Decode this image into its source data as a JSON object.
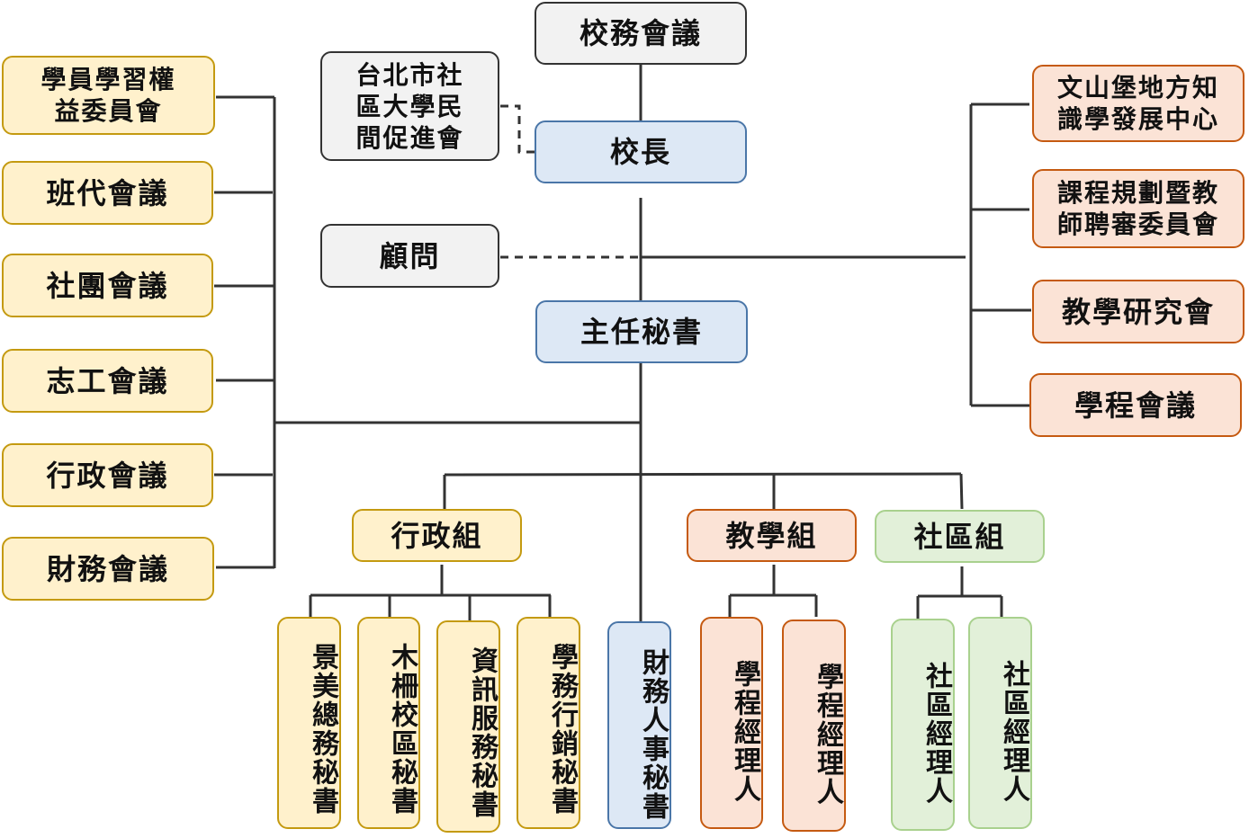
{
  "colors": {
    "line": "#333333",
    "gray_fill": "#f2f2f2",
    "gray_border": "#333333",
    "blue_fill": "#dde8f5",
    "blue_border": "#4a76a8",
    "yellow_fill": "#fff1cc",
    "yellow_border": "#c49a10",
    "orange_fill": "#fbe3d6",
    "orange_border": "#c55a11",
    "green_fill": "#e2f0d9",
    "green_border": "#a9d18e"
  },
  "top": {
    "school_council": "校務會議",
    "principal": "校長",
    "chief_secretary": "主任秘書"
  },
  "side_advisors": {
    "promotion_association": [
      "台北市社",
      "區大學民",
      "間促進會"
    ],
    "advisor": "顧問"
  },
  "left_committees": [
    [
      "學員學習權",
      "益委員會"
    ],
    [
      "班代會議"
    ],
    [
      "社團會議"
    ],
    [
      "志工會議"
    ],
    [
      "行政會議"
    ],
    [
      "財務會議"
    ]
  ],
  "right_committees": [
    [
      "文山堡地方知",
      "識學發展中心"
    ],
    [
      "課程規劃暨教",
      "師聘審委員會"
    ],
    [
      "教學研究會"
    ],
    [
      "學程會議"
    ]
  ],
  "groups": {
    "admin": {
      "label": "行政組",
      "members": [
        "景美總務秘書",
        "木柵校區秘書",
        "資訊服務秘書",
        "學務行銷秘書"
      ]
    },
    "finance_secretary": "財務人事秘書",
    "teaching": {
      "label": "教學組",
      "members": [
        "學程經理人",
        "學程經理人"
      ]
    },
    "community": {
      "label": "社區組",
      "members": [
        "社區經理人",
        "社區經理人"
      ]
    }
  }
}
